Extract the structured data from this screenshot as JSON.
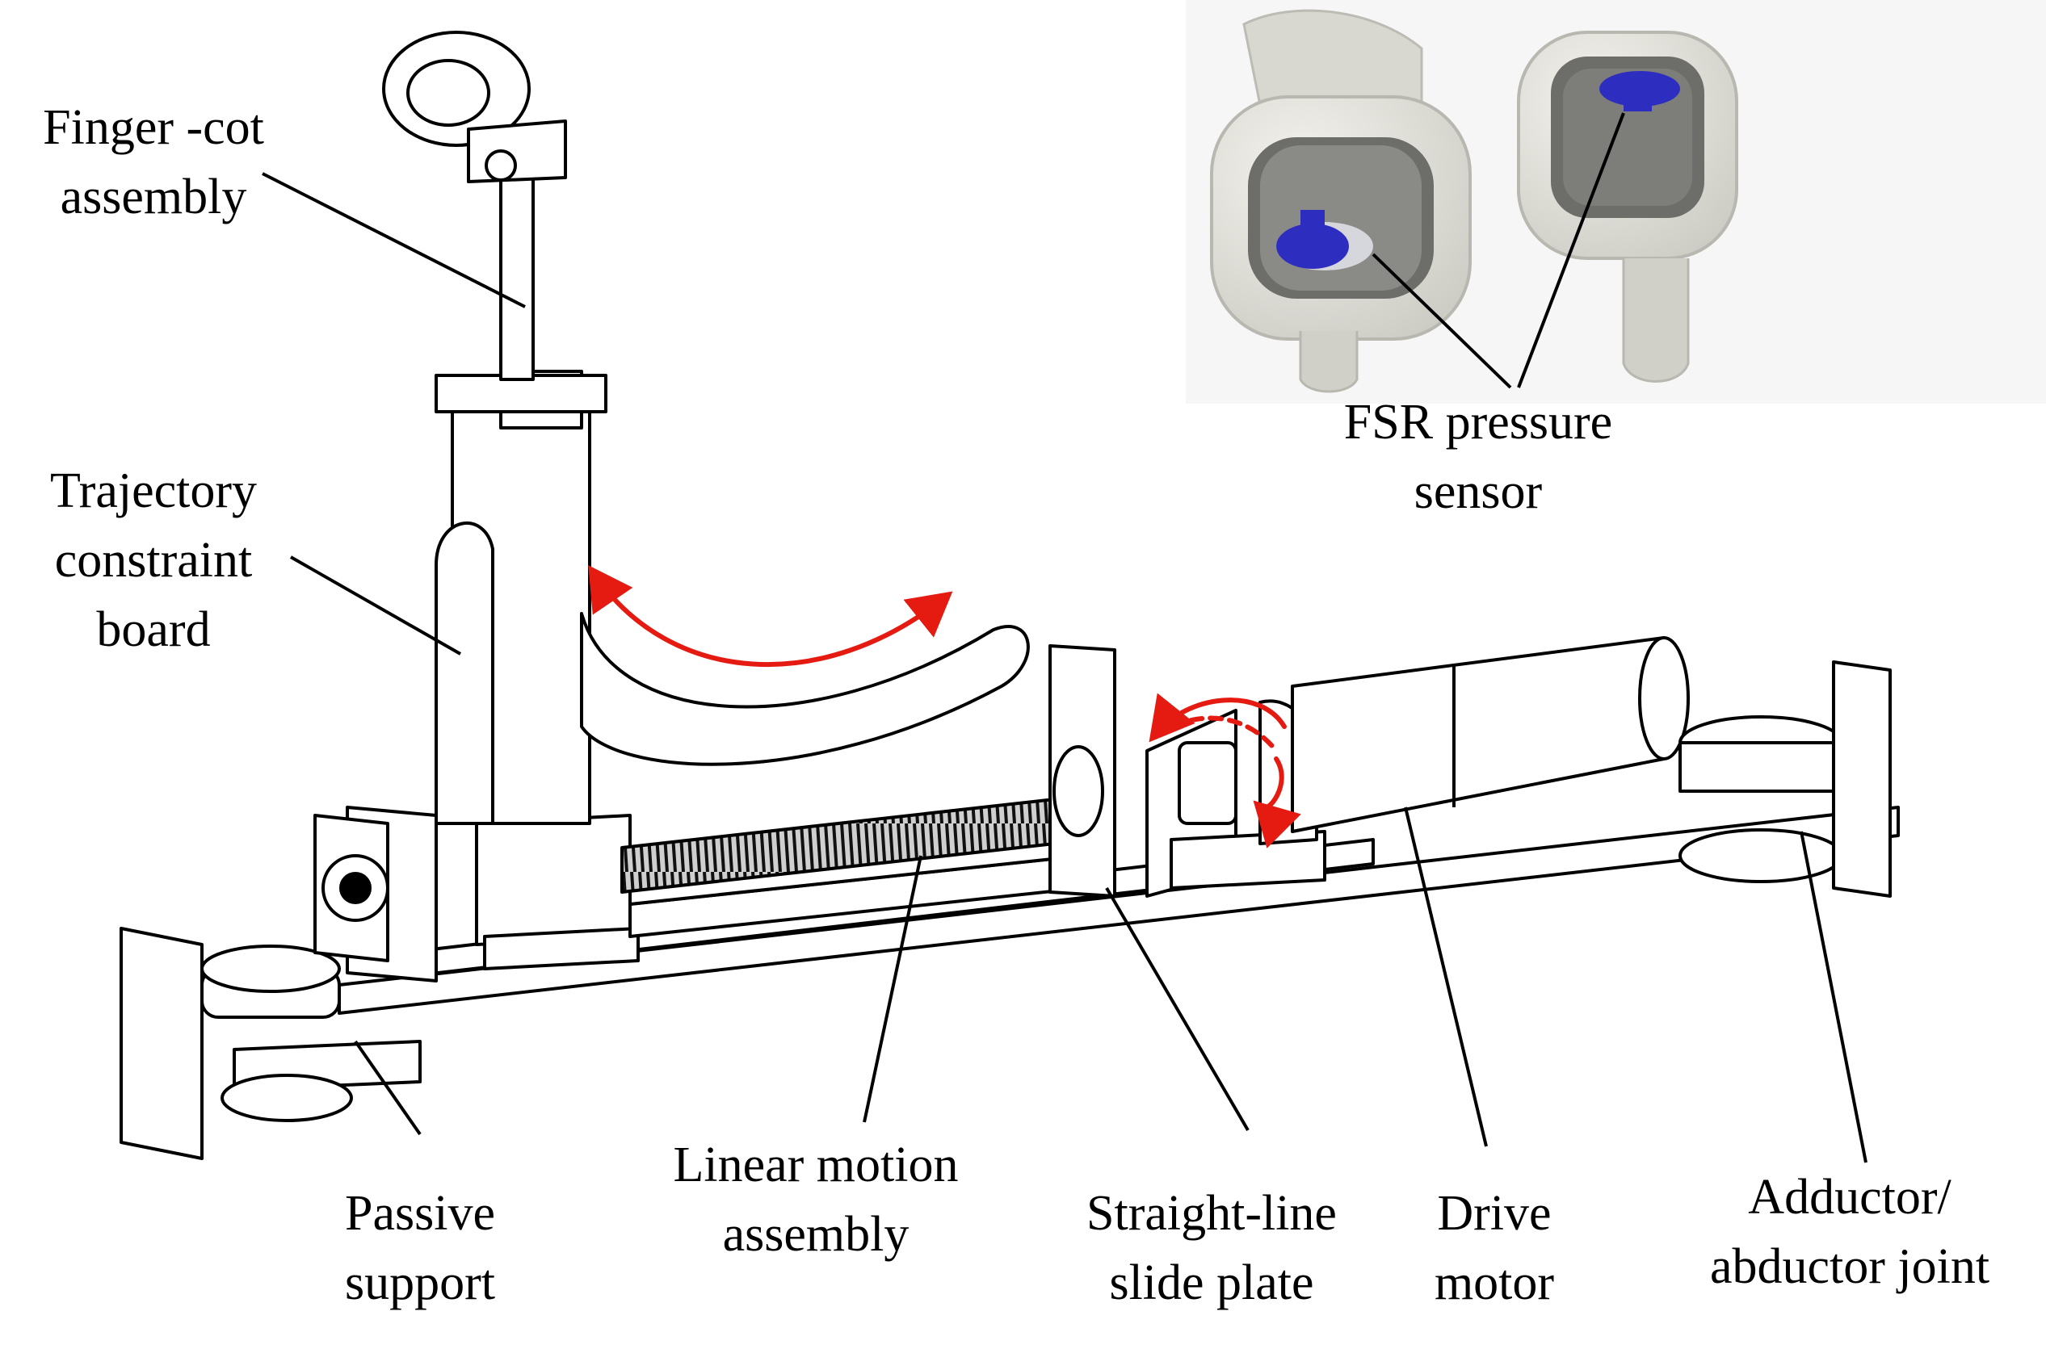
{
  "labels": {
    "finger_cot": {
      "line1": "Finger -cot",
      "line2": "assembly"
    },
    "trajectory": {
      "line1": "Trajectory",
      "line2": "constraint",
      "line3": "board"
    },
    "fsr": {
      "line1": "FSR pressure",
      "line2": "sensor"
    },
    "passive_support": {
      "line1": "Passive",
      "line2": "support"
    },
    "linear_motion": {
      "line1": "Linear motion",
      "line2": "assembly"
    },
    "slide_plate": {
      "line1": "Straight-line",
      "line2": "slide plate"
    },
    "drive_motor": {
      "line1": "Drive",
      "line2": "motor"
    },
    "adductor": {
      "line1": "Adductor/",
      "line2": "abductor joint"
    }
  },
  "colors": {
    "line": "#000000",
    "part_fill": "#ffffff",
    "arrow": "#e51b12",
    "sensor_blue": "#2d2ec0",
    "cot_grey": "#e8e6df",
    "cot_shadow": "#bdbcb5",
    "photo_bg": "#f6f6f6"
  },
  "icons": {
    "arc_arrow": "double-headed-curved-arrow",
    "rotation_arrows": "rotation-arrows"
  }
}
